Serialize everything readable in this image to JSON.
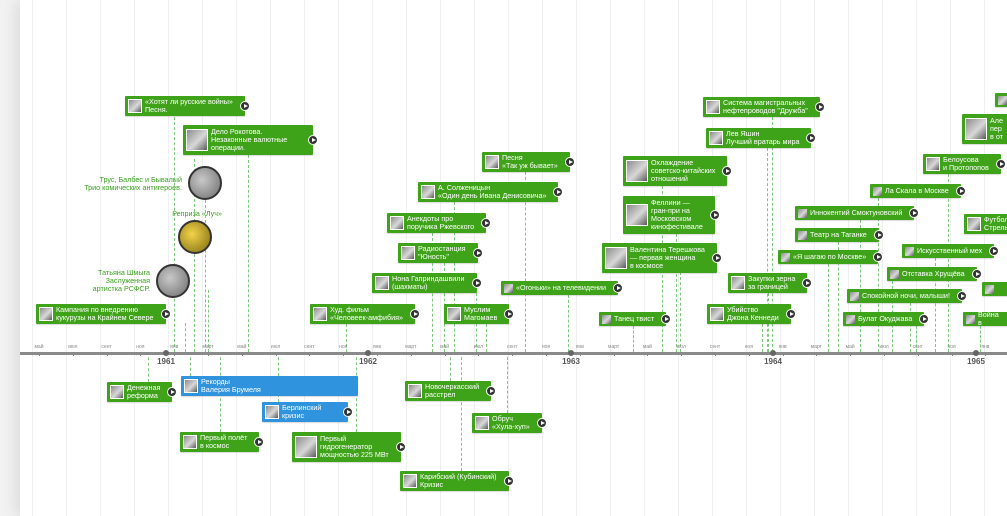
{
  "timeline": {
    "months": [
      "май",
      "июл",
      "сент",
      "ноя",
      "янв",
      "март",
      "май",
      "июл",
      "сент",
      "ноя",
      "янв",
      "март",
      "май",
      "июл",
      "сент",
      "ноя",
      "янв",
      "март",
      "май",
      "июл",
      "сент",
      "ноя",
      "янв",
      "март",
      "май",
      "июл",
      "сент",
      "ноя",
      "янв",
      "март"
    ],
    "years": [
      "1961",
      "1962",
      "1963",
      "1964",
      "1965"
    ]
  },
  "events": {
    "e1": "«Хотят ли русские войны»\nПесня.",
    "e2": "Дело Рокотова.\nНезаконные валютные\nоперации.",
    "e3": "Кампания по внедрению\nкукурузы на Крайнем Севере",
    "e4": "Худ. фильм\n«Человеек-амфибия»",
    "e5": "Анекдоты про\nпоручика Ржевского",
    "e6": "Радиостанция\n\"Юность\"",
    "e7": "Нона Гаприндашвили\n(шахматы)",
    "e8": "Муслим\nМагомаев",
    "e9": "А. Солженицын\n«Один день Ивана Денисовича»",
    "e10": "Песня\n«Так уж бывает»",
    "e11": "«Огоньки» на телевидении",
    "e12": "Охлаждение\nсоветско-китайских\nотношений",
    "e13": "Феллини —\nгран-при на\nМосковском\nкинофестивале",
    "e14": "Валентина Терешкова\n— первая женщина\nв космосе",
    "e15": "Танец твист",
    "e16": "Система магистральных\nнефтепроводов \"Дружба\"",
    "e17": "Лев Яшин\nЛучший вратарь мира",
    "e18": "Закупки зерна\nза границей",
    "e19": "Убийство\nДжона Кеннеди",
    "e20": "Ла Скала в Москве",
    "e21": "Иннокентий Смоктуновский",
    "e22": "Театр на Таганке",
    "e23": "«Я шагаю по Москве»",
    "e24": "Отставка Хрущёва",
    "e25": "Спокойной ночи, малыши!",
    "e26": "Булат Окуджава",
    "e27": "Белоусова\nи Протопопов",
    "e28": "Але\nпер\nв от",
    "e29": "Футболист\nСтрельцов",
    "e30": "Искусственный мех",
    "e31": "Война в",
    "b1": "Денежная\nреформа",
    "b2": "Рекорды\nВалерия Брумеля",
    "b3": "Берлинский\nкризис",
    "b4": "Первый полёт\nв космос",
    "b5": "Первый\nгидрогенератор\nмощностью  225 МВт",
    "b6": "Новочеркасский\nрасстрел",
    "b7": "Обруч\n«Хула-хуп»",
    "b8": "Карибский (Кубинский)\nКризис"
  },
  "circles": {
    "c1": "Трус, Балбес и Бывалый\nТрио комических антигероев.",
    "c2": "Репризa «Луч»",
    "c3": "Татьяна Шмыга\nЗаслуженная\nартистка РСФСР."
  }
}
